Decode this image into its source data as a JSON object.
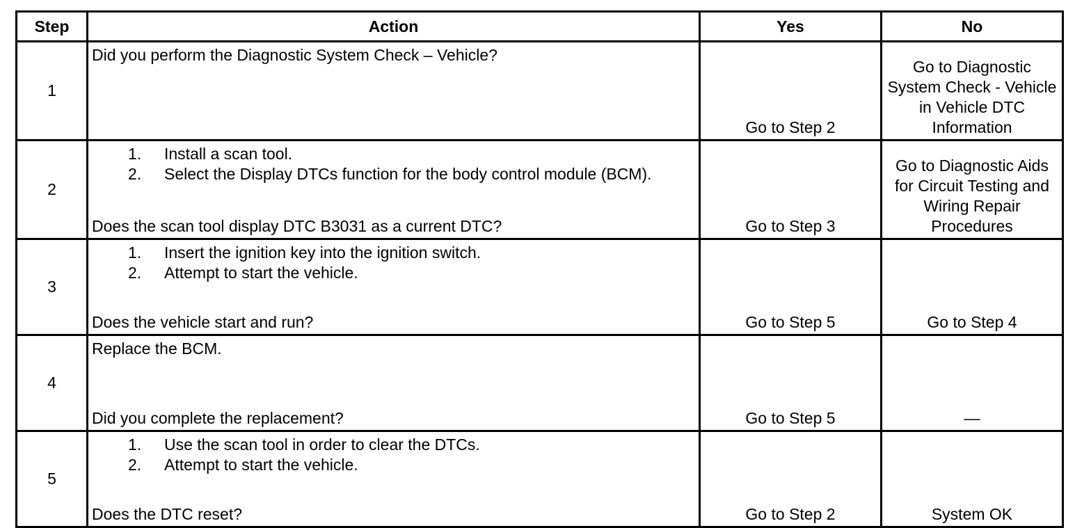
{
  "table": {
    "headers": {
      "step": "Step",
      "action": "Action",
      "yes": "Yes",
      "no": "No"
    },
    "rows": [
      {
        "step": "1",
        "question_top": "Did you perform the Diagnostic System Check – Vehicle?",
        "items": [],
        "question": "",
        "yes": "Go to Step 2",
        "no": "Go to Diagnostic System Check - Vehicle in Vehicle DTC Information"
      },
      {
        "step": "2",
        "question_top": "",
        "items": [
          {
            "num": "1.",
            "text": "Install a scan tool."
          },
          {
            "num": "2.",
            "text": "Select the Display DTCs function for the body control module (BCM)."
          }
        ],
        "question": "Does the scan tool display DTC B3031 as a current DTC?",
        "yes": "Go to Step 3",
        "no": "Go to Diagnostic Aids for Circuit Testing and Wiring Repair Procedures"
      },
      {
        "step": "3",
        "question_top": "",
        "items": [
          {
            "num": "1.",
            "text": "Insert the ignition key into the ignition switch."
          },
          {
            "num": "2.",
            "text": "Attempt to start the vehicle."
          }
        ],
        "question": "Does the vehicle start and run?",
        "yes": "Go to Step 5",
        "no": "Go to Step 4"
      },
      {
        "step": "4",
        "question_top": "Replace the BCM.",
        "items": [],
        "question": "Did you complete the replacement?",
        "yes": "Go to Step 5",
        "no": "—"
      },
      {
        "step": "5",
        "question_top": "",
        "items": [
          {
            "num": "1.",
            "text": "Use the scan tool in order to clear the DTCs."
          },
          {
            "num": "2.",
            "text": "Attempt to start the vehicle."
          }
        ],
        "question": "Does the DTC reset?",
        "yes": "Go to Step 2",
        "no": "System OK"
      }
    ]
  }
}
